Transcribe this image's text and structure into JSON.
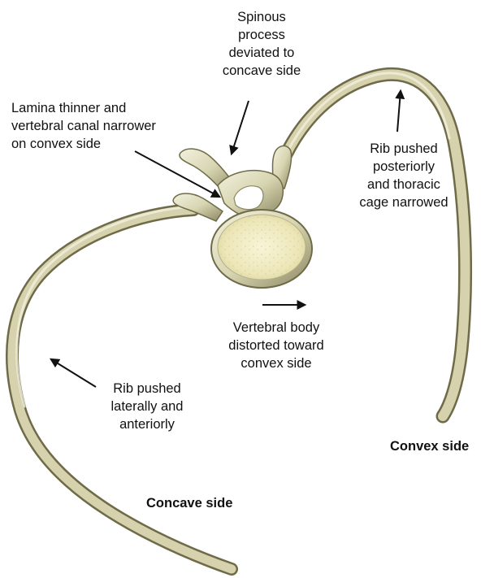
{
  "labels": {
    "spinous": [
      "Spinous",
      "process",
      "deviated to",
      "concave side"
    ],
    "lamina": [
      "Lamina thinner and",
      "vertebral canal narrower",
      "on convex side"
    ],
    "rib_posterior": [
      "Rib pushed",
      "posteriorly",
      "and thoracic",
      "cage narrowed"
    ],
    "vertebral_body": [
      "Vertebral body",
      "distorted toward",
      "convex side"
    ],
    "rib_lateral": [
      "Rib pushed",
      "laterally and",
      "anteriorly"
    ],
    "convex_side": "Convex side",
    "concave_side": "Concave side"
  },
  "colors": {
    "bone": "#d9d6b4",
    "bone_shadow": "#7f7b55",
    "bone_highlight": "#f0efd9",
    "marrow": "#f1edc4",
    "arrow": "#111111"
  }
}
